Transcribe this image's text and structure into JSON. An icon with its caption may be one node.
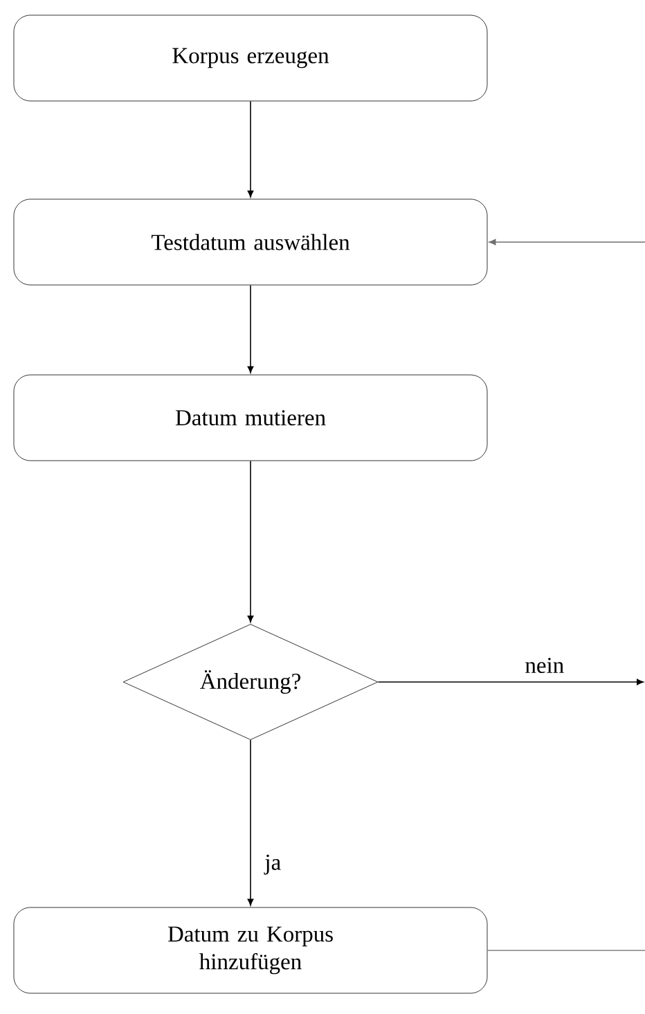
{
  "diagram": {
    "nodes": [
      {
        "text": [
          "Korpus erzeugen"
        ]
      },
      {
        "text": [
          "Testdatum auswählen"
        ]
      },
      {
        "text": [
          "Datum mutieren"
        ]
      },
      {
        "text": [
          "Änderung?"
        ]
      },
      {
        "text": [
          "Datum zu Korpus hinzufügen"
        ]
      }
    ],
    "edges": [
      {
        "from": 0,
        "to": 1,
        "arrow": "to"
      },
      {
        "from": 1,
        "to": 2,
        "arrow": "to"
      },
      {
        "from": 2,
        "to": 3,
        "arrow": "to"
      },
      {
        "from": 3,
        "to": 4,
        "arrow": "to",
        "label": "ja"
      },
      {
        "from": 3,
        "to": null,
        "arrow": "to",
        "label": "nein"
      },
      {
        "from": 4,
        "to": null,
        "arrow": "none",
        "color": "#6e6e6e"
      },
      {
        "from": null,
        "to": 1,
        "arrow": "to",
        "color": "#6e6e6e"
      }
    ]
  }
}
